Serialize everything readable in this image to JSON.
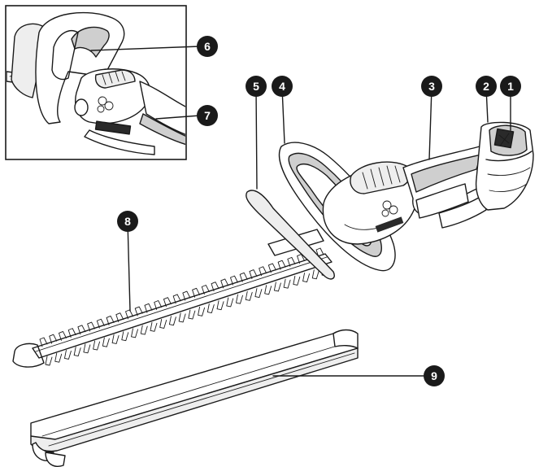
{
  "callouts": [
    {
      "id": "1",
      "label": "1"
    },
    {
      "id": "2",
      "label": "2"
    },
    {
      "id": "3",
      "label": "3"
    },
    {
      "id": "4",
      "label": "4"
    },
    {
      "id": "5",
      "label": "5"
    },
    {
      "id": "6",
      "label": "6"
    },
    {
      "id": "7",
      "label": "7"
    },
    {
      "id": "8",
      "label": "8"
    },
    {
      "id": "9",
      "label": "9"
    }
  ],
  "colors": {
    "ink": "#1a1a1a",
    "callout_fill": "#1a1a1a",
    "callout_text": "#ffffff",
    "background": "#ffffff"
  },
  "icons": [
    "hedge-trimmer-drawing",
    "inset-detail-drawing",
    "blade-cover-drawing"
  ]
}
